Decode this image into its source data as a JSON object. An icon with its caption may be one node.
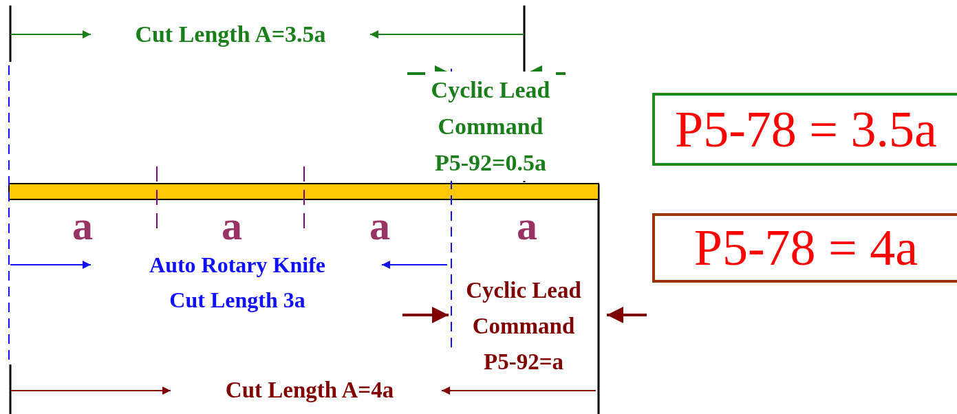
{
  "diagram": {
    "nodes": [
      {
        "text": [
          "P5-78 = 3.5a"
        ]
      },
      {
        "text": [
          "P5-78 = 4a"
        ]
      }
    ],
    "labels": [
      "Cut Length A=3.5a",
      "Cyclic Lead Command P5-92=0.5a",
      "a",
      "a",
      "a",
      "a",
      "Auto Rotary Knife Cut Length 3a",
      "Cyclic Lead Command P5-92=a",
      "Cut Length A=4a"
    ]
  }
}
